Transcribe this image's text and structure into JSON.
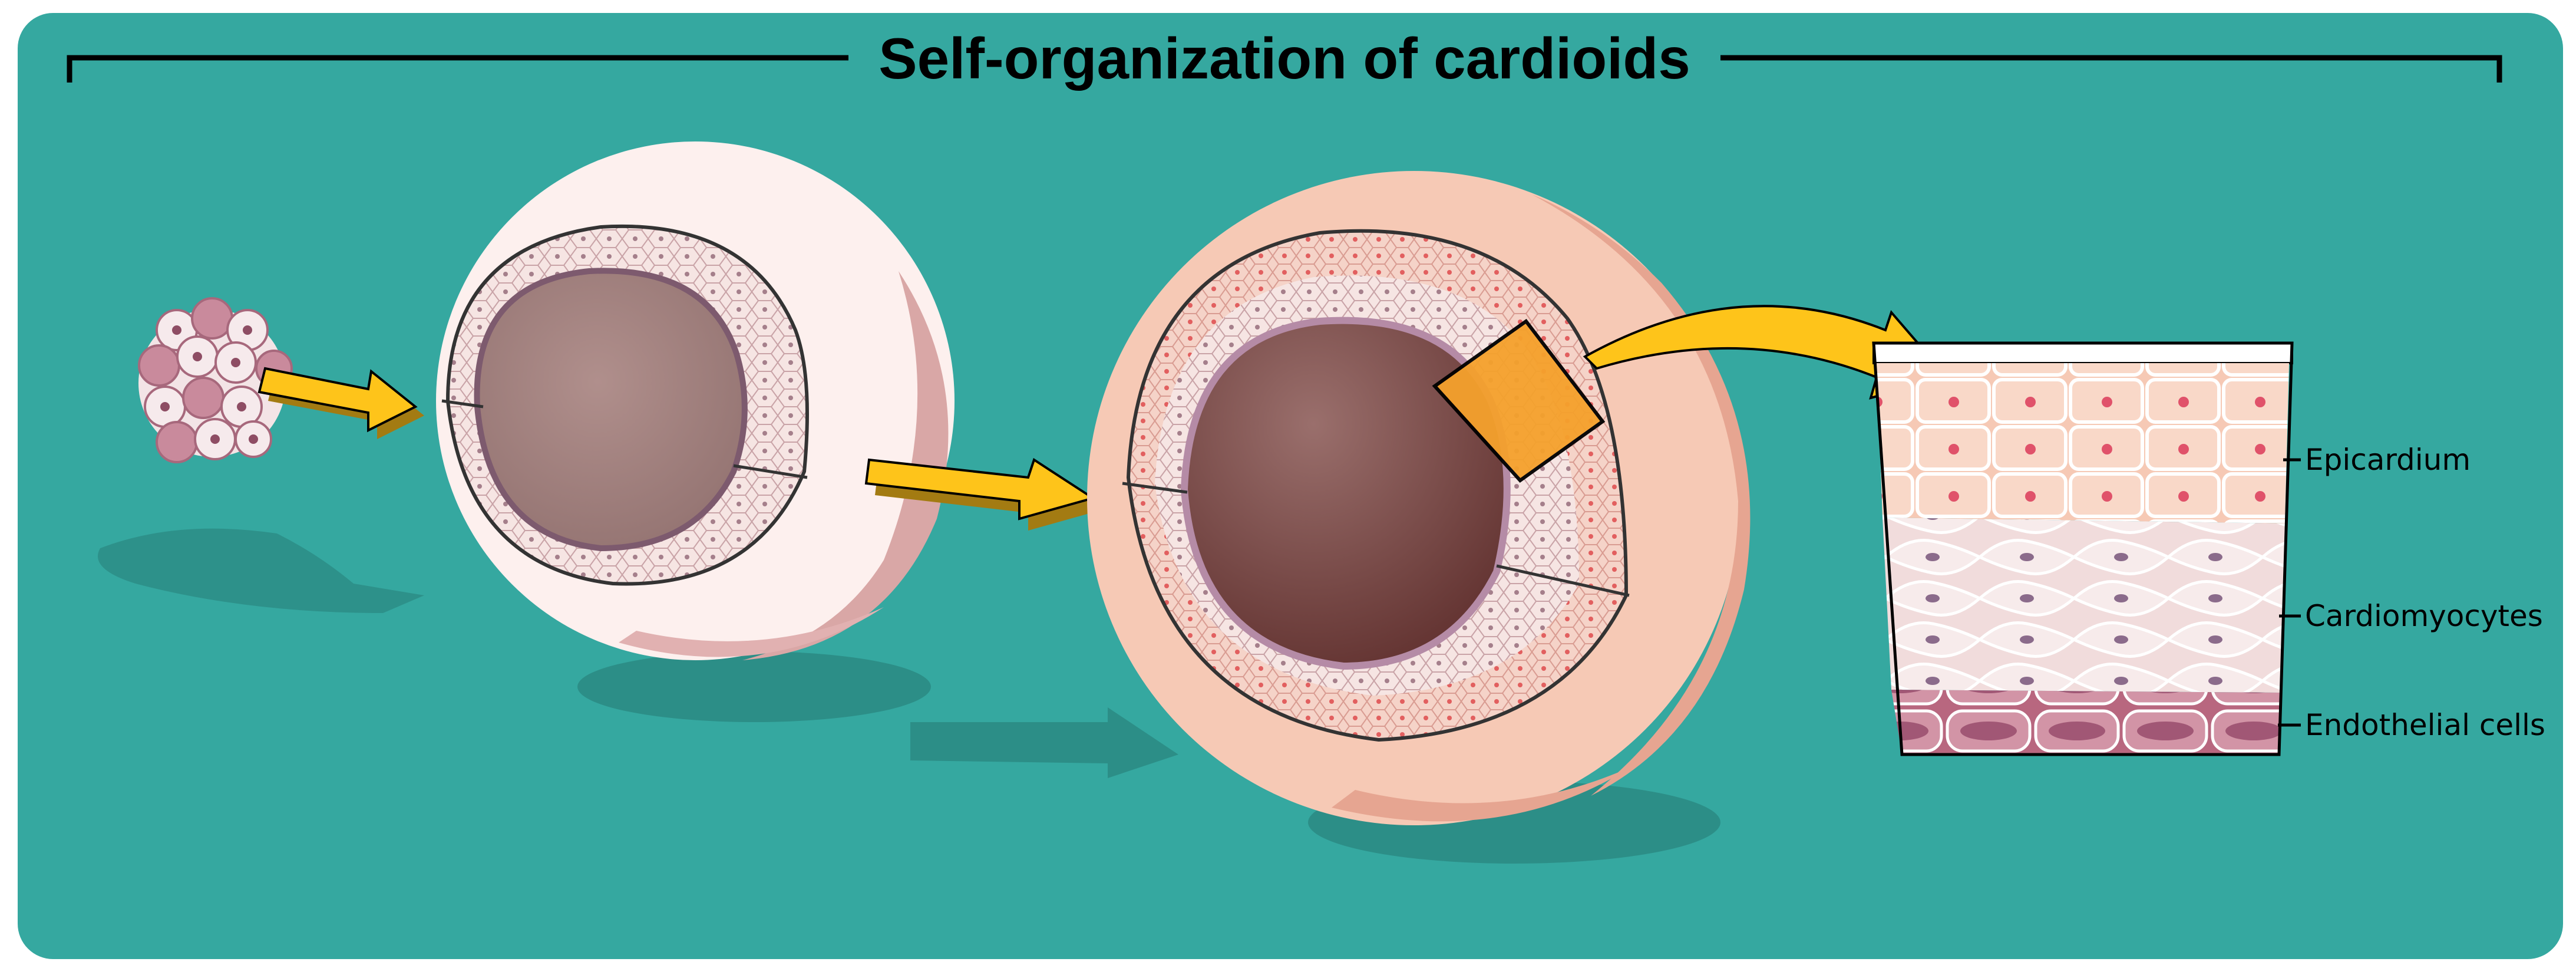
{
  "title": "Self-organization of cardioids",
  "layers": [
    {
      "label": "Epicardium"
    },
    {
      "label": "Cardiomyocytes"
    },
    {
      "label": "Endothelial cells"
    }
  ],
  "colors": {
    "background": "#35a8a0",
    "arrow": "#fec41a",
    "shadow": "#2c8e87",
    "sphere_pale": "#fdf0ee",
    "sphere_peach": "#f6c9b5",
    "lumen": "#8f5d5c"
  }
}
